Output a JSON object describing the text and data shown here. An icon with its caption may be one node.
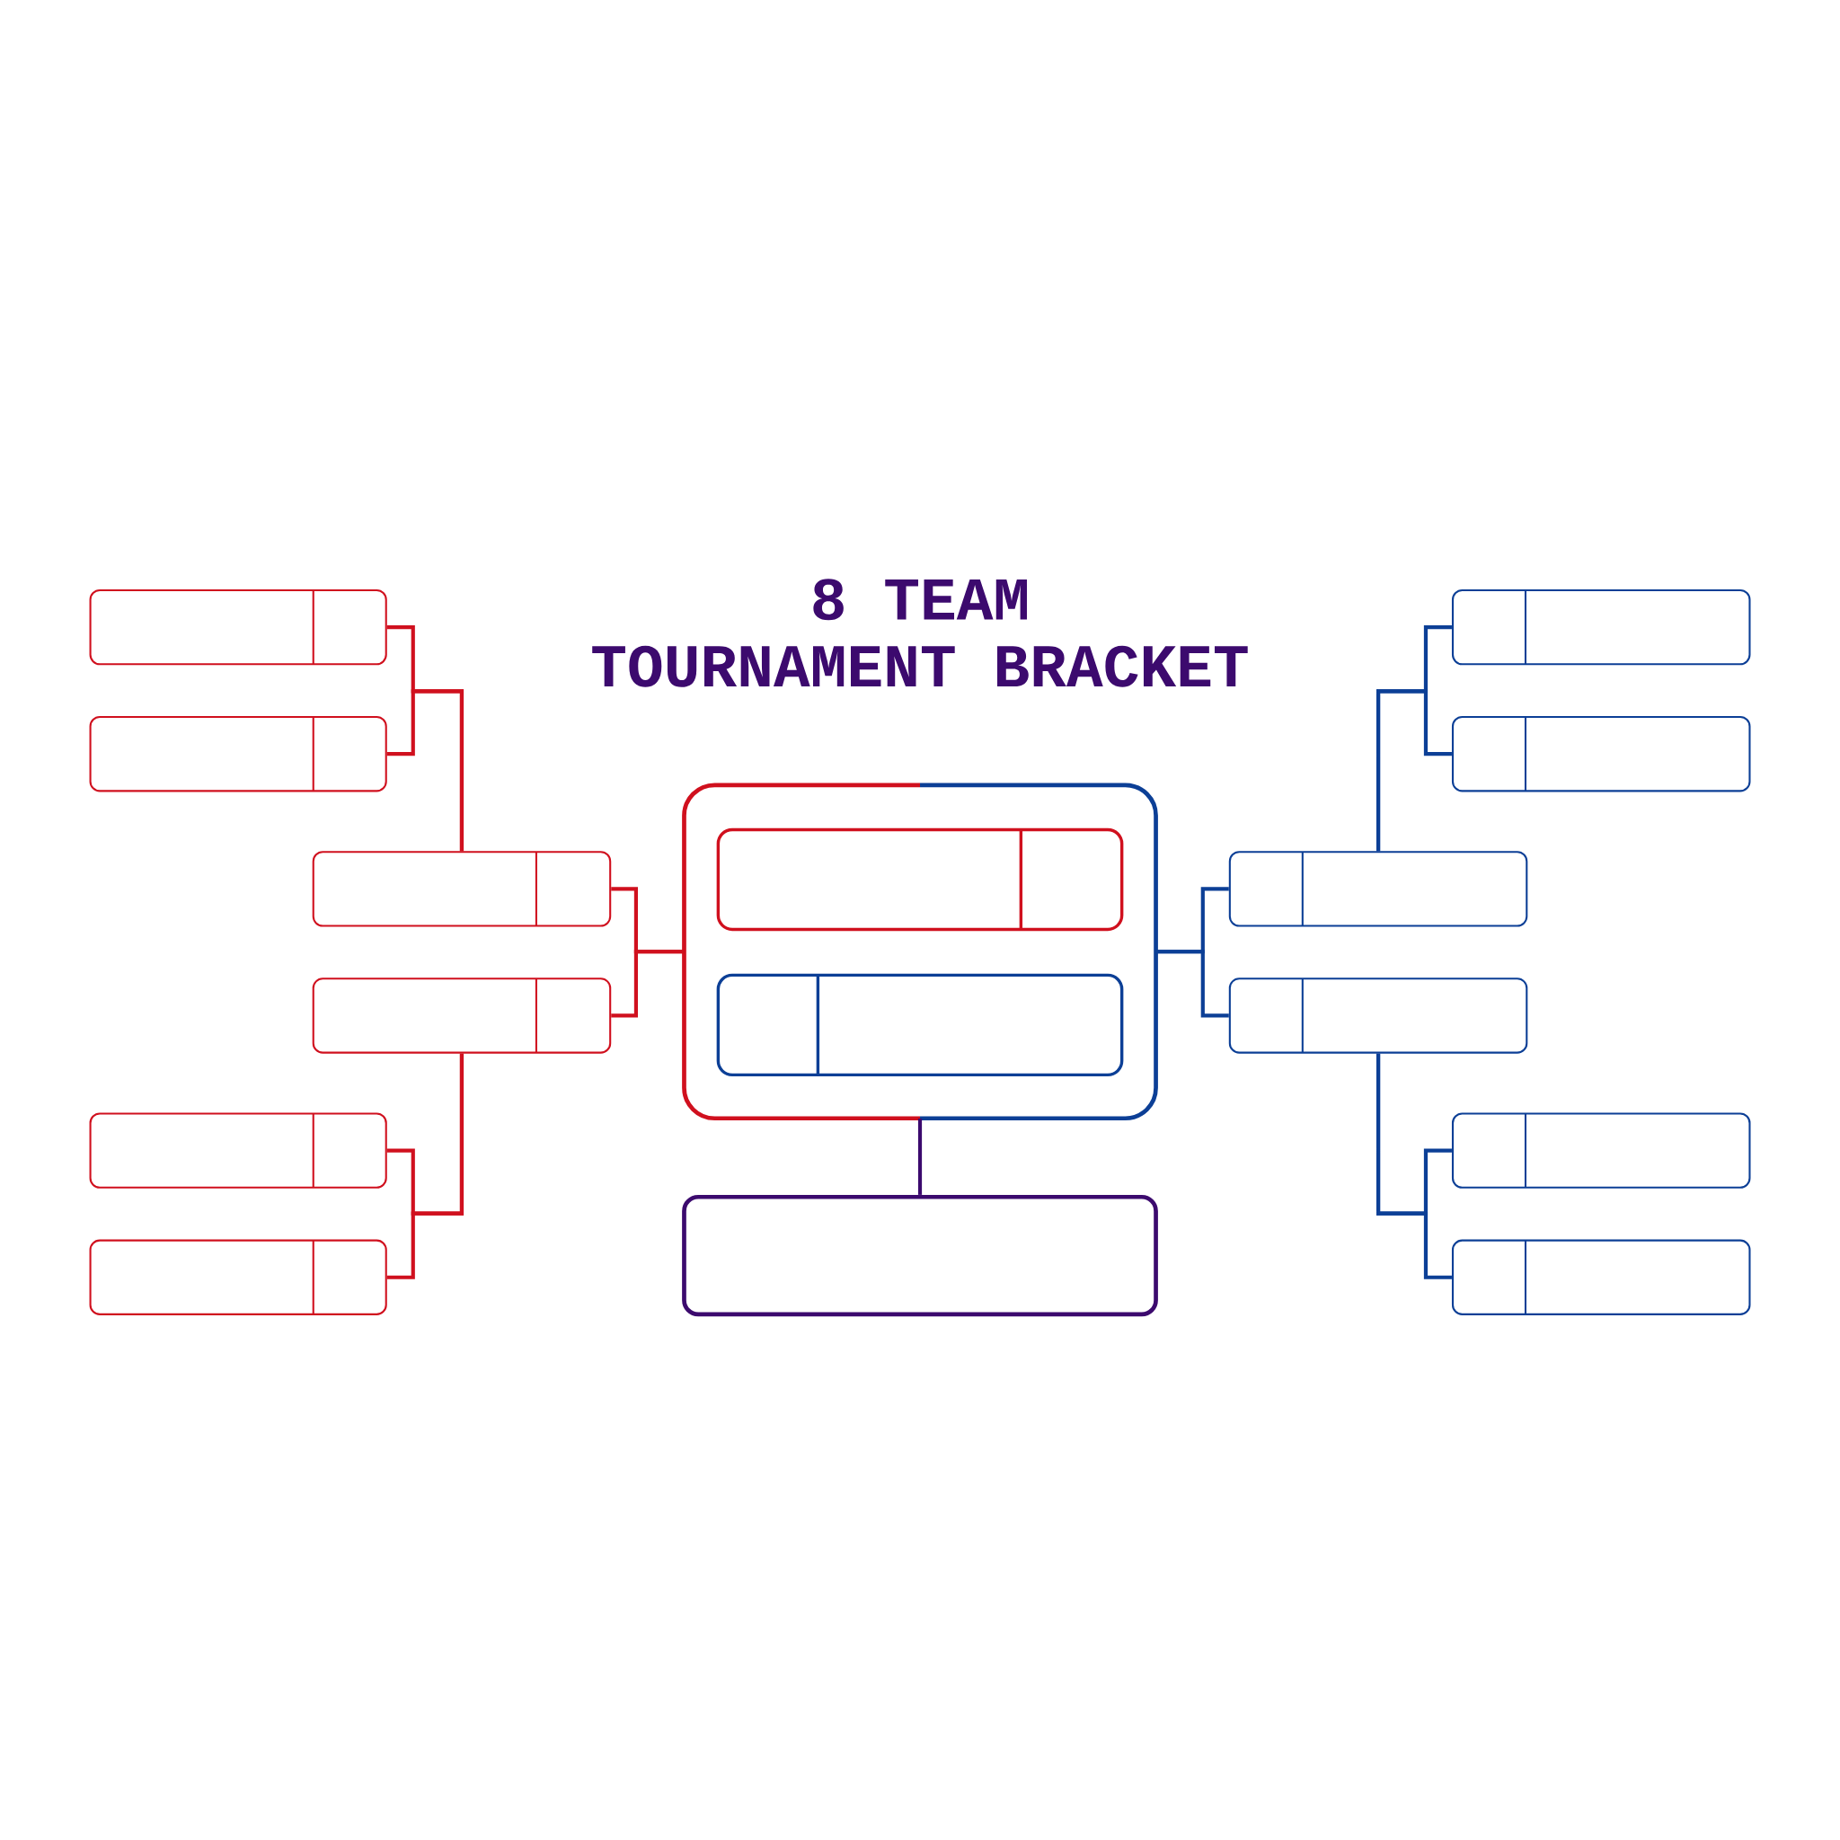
{
  "diagram": {
    "title": "8 TEAM TOURNAMENT BRACKET",
    "nodes": [
      {
        "text": [],
        "shape": "box"
      },
      {
        "text": [],
        "shape": "box"
      },
      {
        "text": [],
        "shape": "box"
      },
      {
        "text": [],
        "shape": "box"
      },
      {
        "text": [],
        "shape": "box"
      },
      {
        "text": [],
        "shape": "box"
      },
      {
        "text": [],
        "shape": "box"
      },
      {
        "text": [],
        "shape": "box",
        "in": 6
      },
      {
        "text": [],
        "shape": "box",
        "in": 6
      },
      {
        "text": [],
        "shape": "box"
      },
      {
        "text": [],
        "shape": "box"
      },
      {
        "text": [],
        "shape": "box"
      },
      {
        "text": [],
        "shape": "box"
      },
      {
        "text": [],
        "shape": "box"
      },
      {
        "text": [],
        "shape": "box"
      },
      {
        "text": [],
        "shape": "box"
      }
    ],
    "edges": [
      {
        "from": 0,
        "to": 4,
        "arrow": "none",
        "color": "#d0101e"
      },
      {
        "from": 1,
        "to": 4,
        "arrow": "none",
        "color": "#d0101e"
      },
      {
        "from": 2,
        "to": 5,
        "arrow": "none",
        "color": "#d0101e"
      },
      {
        "from": 3,
        "to": 5,
        "arrow": "none",
        "color": "#d0101e"
      },
      {
        "from": 4,
        "to": 6,
        "arrow": "none",
        "color": "#d0101e"
      },
      {
        "from": 5,
        "to": 6,
        "arrow": "none",
        "color": "#d0101e"
      },
      {
        "from": 10,
        "to": 6,
        "arrow": "none",
        "color": "#0c3f96"
      },
      {
        "from": 11,
        "to": 6,
        "arrow": "none",
        "color": "#0c3f96"
      },
      {
        "from": 12,
        "to": 10,
        "arrow": "none",
        "color": "#0c3f96"
      },
      {
        "from": 13,
        "to": 10,
        "arrow": "none",
        "color": "#0c3f96"
      },
      {
        "from": 14,
        "to": 11,
        "arrow": "none",
        "color": "#0c3f96"
      },
      {
        "from": 15,
        "to": 11,
        "arrow": "none",
        "color": "#0c3f96"
      },
      {
        "from": 6,
        "to": 9,
        "arrow": "none",
        "color": "#3c0a6e"
      }
    ]
  }
}
